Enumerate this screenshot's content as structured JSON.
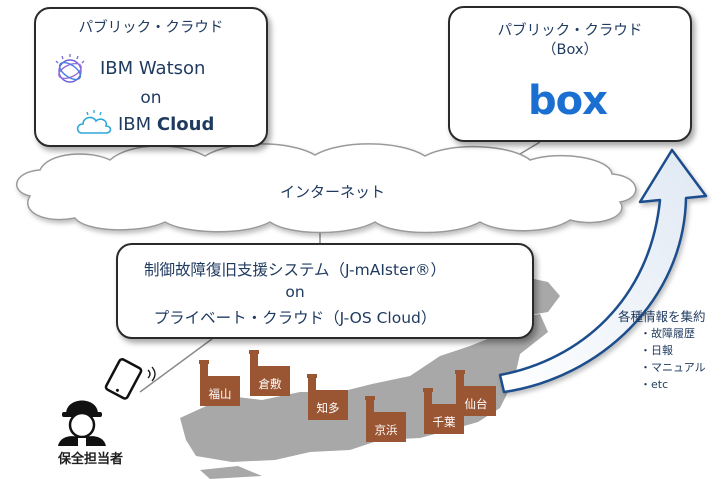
{
  "clouds": {
    "ibm": {
      "title": "パブリック・クラウド",
      "watson_label": "IBM Watson",
      "on_label": "on",
      "ibm_cloud_label_prefix": "IBM ",
      "ibm_cloud_label_bold": "Cloud",
      "icons": [
        "watson-icon",
        "ibm-cloud-icon"
      ]
    },
    "box": {
      "title_line1": "パブリック・クラウド",
      "title_line2": "（Box）",
      "logo_text": "box"
    }
  },
  "internet": {
    "label": "インターネット"
  },
  "system": {
    "line1": "制御故障復旧支援システム（J-mAIster®）",
    "line2": "on",
    "line3": "プライベート・クラウド（J-OS Cloud）",
    "icon": "server-rack-icon"
  },
  "aggregate": {
    "title": "各種情報を集約",
    "items": [
      "・故障履歴",
      "・日報",
      "・マニュアル",
      "・etc"
    ]
  },
  "worker": {
    "label": "保全担当者",
    "icons": [
      "worker-helmet-icon",
      "tablet-icon"
    ]
  },
  "plants": {
    "labels": [
      "福山",
      "倉敷",
      "知多",
      "京浜",
      "千葉",
      "仙台"
    ],
    "icon": "factory-icon"
  },
  "colors": {
    "text": "#1f3a5f",
    "arrow": "#1f4e8c",
    "factory": "#9a5532",
    "map": "#a8a8a8",
    "box_brand": "#1a6fd1"
  }
}
